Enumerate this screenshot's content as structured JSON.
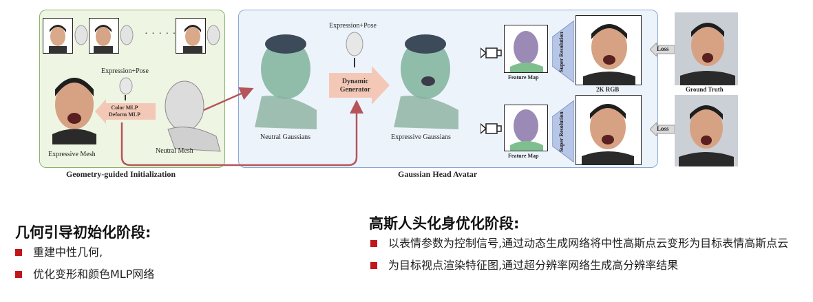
{
  "diagram": {
    "left_panel": {
      "caption": "Geometry-guided Initialization",
      "ellipsis": "· · · · · ·",
      "expression_pose_label": "Expression+Pose",
      "mlp_arrow_lines": [
        "Color MLP",
        "Deform MLP"
      ],
      "expressive_mesh_label": "Expressive Mesh",
      "neutral_mesh_label": "Neutral Mesh"
    },
    "right_panel": {
      "caption": "Gaussian Head Avatar",
      "neutral_gaussians_label": "Neutral Gaussians",
      "expression_pose_label": "Expression+Pose",
      "generator_lines": [
        "Dynamic",
        "Generator"
      ],
      "expressive_gaussians_label": "Expressive Gaussians",
      "feature_map_label": "Feature Map",
      "super_resolution_label": "Super Resolution",
      "rgb_label": "2K RGB",
      "loss_label": "Loss",
      "ground_truth_label": "Ground Truth"
    }
  },
  "sections": [
    {
      "title": "几何引导初始化阶段:",
      "bullets": [
        "重建中性几何,",
        "优化变形和颜色MLP网络"
      ]
    },
    {
      "title": "高斯人头化身优化阶段:",
      "bullets": [
        "以表情参数为控制信号,通过动态生成网络将中性高斯点云变形为目标表情高斯点云",
        "为目标视点渲染特征图,通过超分辨率网络生成高分辨率结果"
      ]
    }
  ],
  "colors": {
    "bullet": "#c0171c",
    "green_panel": "#eef5e2",
    "blue_panel": "#edf3fb",
    "arrow_red": "#b5555a",
    "generator_arrow": "#f4c8b6"
  }
}
